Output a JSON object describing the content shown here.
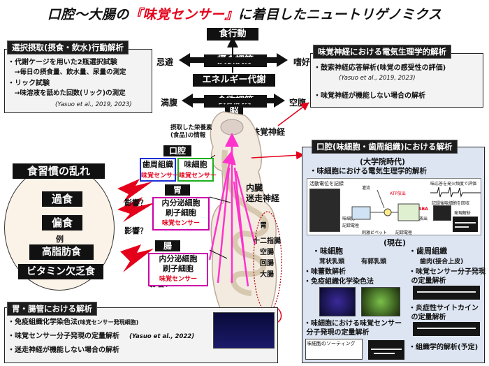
{
  "title": {
    "prefix": "口腔～大腸の",
    "highlight": "『味覚センサー』",
    "suffix": "に着目したニュートリゲノミクス"
  },
  "center": {
    "behavior": "食行動",
    "intake": "摂食調節",
    "avoid": "忌避",
    "prefer": "嗜好",
    "energy": "エネルギー代謝",
    "appetite": "食欲調節",
    "full": "満腹",
    "hungry": "空腹",
    "brain": "脳",
    "taste_nerve": "味覚神経",
    "nutrient_info": "摂取した栄養素\n(食品)の情報",
    "vagus": "内臓\n迷走神経",
    "intestine_labels": [
      "胃",
      "十二指腸",
      "空腸",
      "回腸",
      "大腸"
    ]
  },
  "left_top_panel": {
    "header": "選択摂取(摂食・飲水)行動解析",
    "lines": [
      "・代謝ケージを用いた2瓶選択試験",
      "　→毎日の摂食量、飲水量、尿量の測定",
      "・リック試験",
      "　→味溶液を舐めた回数(リック)の測定"
    ],
    "citation": "(Yasuo et al., 2019, 2023)"
  },
  "right_top_panel": {
    "header": "味覚神経における電気生理学的解析",
    "lines": [
      "・鼓索神経応答解析(味覚の感受性の評価)",
      "・味覚神経が機能しない場合の解析"
    ],
    "citation": "(Yasuo et al., 2019, 2023)"
  },
  "habits": {
    "title": "食習慣の乱れ",
    "items": [
      "過食",
      "偏食"
    ],
    "example": "例",
    "examples": [
      "高脂肪食",
      "ビタミン欠乏食"
    ],
    "influence": "影響？"
  },
  "oral": {
    "tag": "口腔",
    "box1": {
      "name": "歯周組織",
      "sub": "味覚センサー"
    },
    "box2": {
      "name": "味細胞",
      "sub": "味覚センサー"
    }
  },
  "stomach": {
    "tag": "胃",
    "lines": [
      "内分泌細胞",
      "刷子細胞"
    ],
    "sub": "味覚センサー"
  },
  "gut": {
    "tag": "腸",
    "lines": [
      "内分泌細胞",
      "刷子細胞"
    ],
    "sub": "味覚センサー"
  },
  "bottom_panel": {
    "header": "胃・腸管における解析",
    "lines": [
      "・免疫組織化学染色法",
      "・味覚センサー分子発現の定量解析",
      "・迷走神経が機能しない場合の解析"
    ],
    "ihc_note": "(味覚センサー発現細胞)",
    "citation": "(Yasuo et al., 2022)"
  },
  "right_panel": {
    "header": "口腔(味細胞・歯周組織)における解析",
    "grad": "(大学院時代)",
    "grad_item": "・味細胞における電気生理学的解析",
    "fig_labels": [
      "活動電位を記録",
      "味細胞",
      "記録電極",
      "刺激ピペット",
      "記録電極",
      "灌流",
      "味応答を発火頻度で評価",
      "記録後味細胞を回収",
      "発現解析",
      "GABA",
      "ATP放出",
      "不放出"
    ],
    "present": "(現在)",
    "taste_cell": "・味細胞",
    "papillae": [
      "茸状乳頭",
      "有郭乳頭"
    ],
    "tc_items": [
      "・味蕾数解析",
      "・免疫組織化学染色法"
    ],
    "tc_quant": "・味細胞における味覚センサー\n 分子発現の定量解析",
    "sorting": "味細胞のソーティング",
    "perio": "・歯周組織",
    "perio_sub": "歯肉(接合上皮)",
    "perio_items": [
      "・味覚センサー分子発現\n の定量解析",
      "・炎症性サイトカイン\n の定量解析",
      "・組織学的解析(予定)"
    ]
  },
  "colors": {
    "accent_red": "#e4001b",
    "magenta": "#cc00aa",
    "bar_black": "#111111"
  }
}
